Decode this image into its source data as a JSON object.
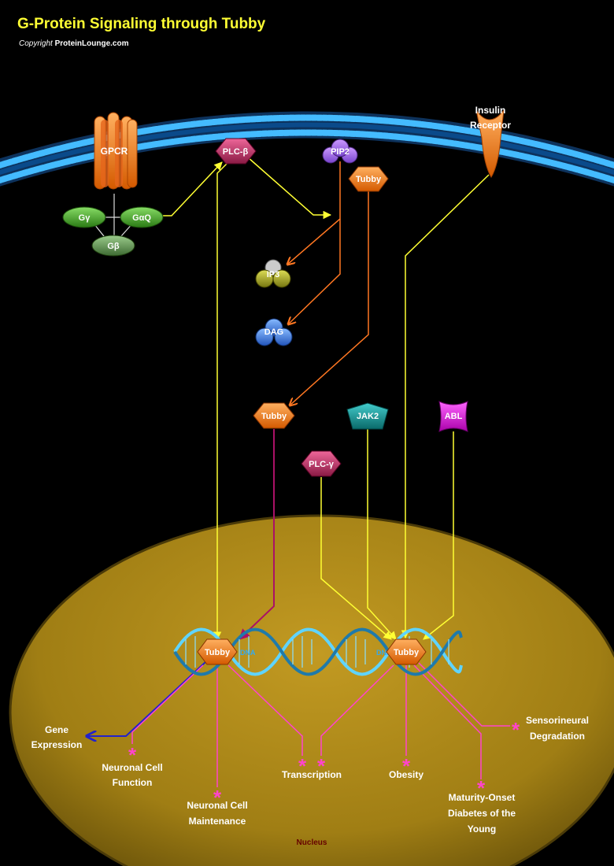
{
  "title": "G-Protein Signaling through Tubby",
  "copyright_prefix": "Copyright",
  "copyright_site": "ProteinLounge.com",
  "nodes": {
    "gpcr": "GPCR",
    "g_gamma": "Gγ",
    "g_alpha_q": "GαQ",
    "g_beta": "Gβ",
    "plc_beta": "PLC-β",
    "pip2": "PIP2",
    "tubby_membrane": "Tubby",
    "insulin_receptor_line1": "Insulin",
    "insulin_receptor_line2": "Receptor",
    "ip3": "IP3",
    "dag": "DAG",
    "tubby_cytoplasm": "Tubby",
    "jak2": "JAK2",
    "abl": "ABL",
    "plc_gamma": "PLC-γ",
    "tubby_nuclear_left": "Tubby",
    "tubby_nuclear_right": "Tubby",
    "dna_left": "DNA",
    "dna_right": "DNA"
  },
  "outcomes": {
    "gene_expression_line1": "Gene",
    "gene_expression_line2": "Expression",
    "neuronal_function_line1": "Neuronal Cell",
    "neuronal_function_line2": "Function",
    "neuronal_maintenance_line1": "Neuronal Cell",
    "neuronal_maintenance_line2": "Maintenance",
    "transcription": "Transcription",
    "obesity": "Obesity",
    "mody_line1": "Maturity-Onset",
    "mody_line2": "Diabetes of the",
    "mody_line3": "Young",
    "sensorineural_line1": "Sensorineural",
    "sensorineural_line2": "Degradation"
  },
  "nucleus_label": "Nucleus",
  "colors": {
    "title": "#ffff33",
    "activation_arrow": "#ffff33",
    "orange_arrow": "#ff7722",
    "purple_arrow": "#aa1166",
    "outcome_line": "#ff44cc",
    "gene_expression_line": "#2222cc",
    "membrane": "#33aaff",
    "nucleus_fill": "#a88214",
    "nucleus_label": "#660000"
  }
}
